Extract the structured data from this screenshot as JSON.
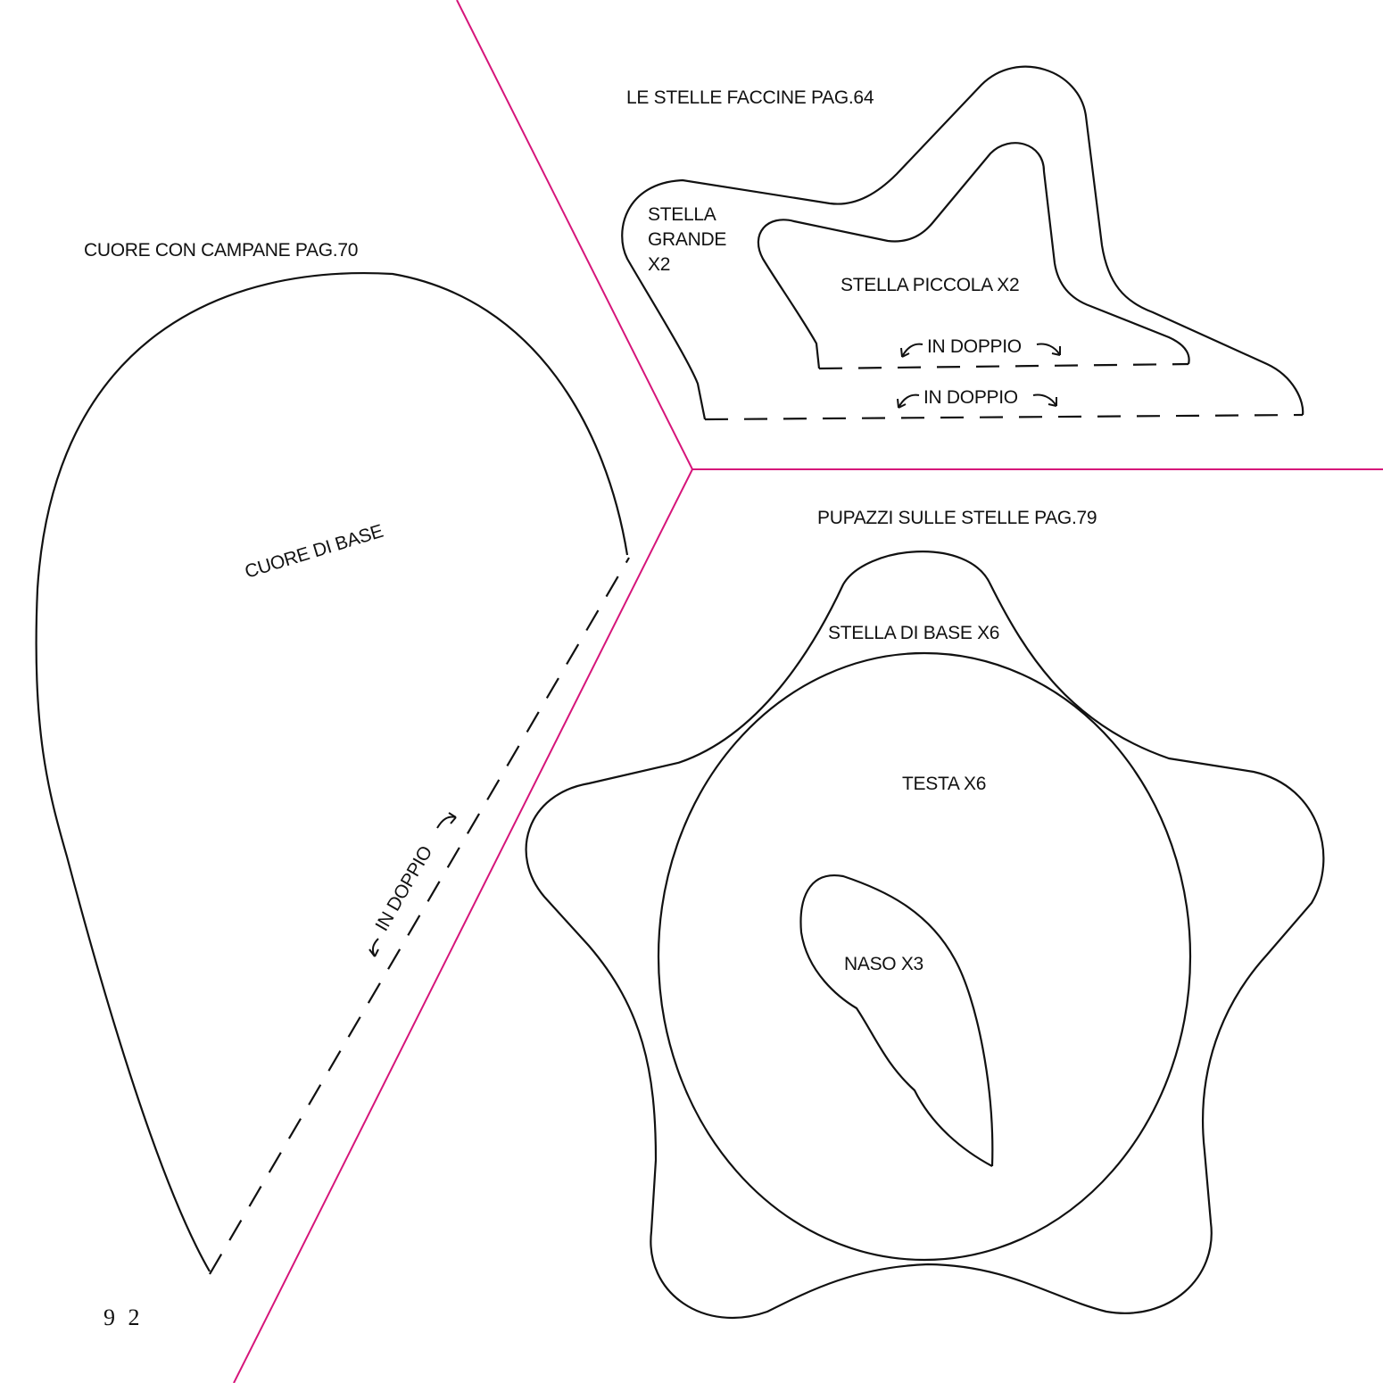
{
  "page_number": "9 2",
  "colors": {
    "divider": "#d6157a",
    "outline": "#111111"
  },
  "sections": {
    "stelle_faccine": {
      "title": "LE STELLE FACCINE PAG.64",
      "big_star": [
        "STELLA",
        "GRANDE",
        "X2"
      ],
      "small_star": "STELLA PICCOLA X2",
      "fold_small": "IN DOPPIO",
      "fold_big": "IN DOPPIO"
    },
    "cuore": {
      "title": "CUORE CON CAMPANE PAG.70",
      "piece": "CUORE DI BASE",
      "fold": "IN DOPPIO"
    },
    "pupazzi": {
      "title": "PUPAZZI SULLE STELLE PAG.79",
      "star": "STELLA DI BASE X6",
      "head": "TESTA X6",
      "nose": "NASO X3"
    }
  }
}
